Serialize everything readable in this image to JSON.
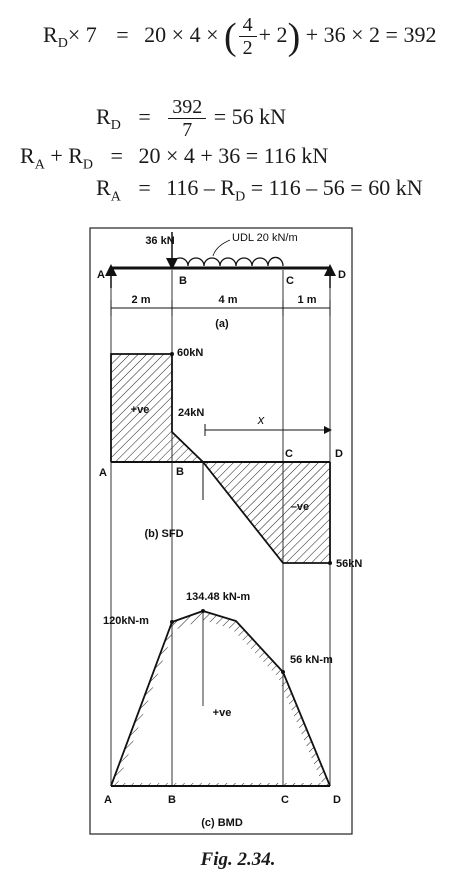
{
  "equations": {
    "eq1": {
      "lhs_r": "R",
      "lhs_sub": "D",
      "lhs_rest": " × 7",
      "eq_sign": "=",
      "part1": "20 × 4 ×",
      "frac_num": "4",
      "frac_den": "2",
      "part2": "+ 2",
      "part3": "+ 36 × 2 =",
      "result": "392"
    },
    "eq2": {
      "lhs_r": "R",
      "lhs_sub": "D",
      "eq_sign": "=",
      "frac_num": "392",
      "frac_den": "7",
      "rest": "= 56 kN"
    },
    "eq3": {
      "r1": "R",
      "s1": "A",
      "plus": " + ",
      "r2": "R",
      "s2": "D",
      "eq_sign": "=",
      "rest": "20 × 4 + 36 = 116 kN"
    },
    "eq4": {
      "r1": "R",
      "s1": "A",
      "eq_sign": "=",
      "rest1": "116 – R",
      "s2": "D",
      "rest2": " = 116 – 56 = 60 kN"
    }
  },
  "figure": {
    "load_label": "36 kN",
    "udl_label": "UDL 20 kN/m",
    "points": [
      "A",
      "B",
      "C",
      "D"
    ],
    "dims": [
      "2 m",
      "4 m",
      "1 m"
    ],
    "part_a": "(a)",
    "sfd": {
      "label_60": "60kN",
      "label_24": "24kN",
      "label_56": "56kN",
      "pos": "+ve",
      "neg": "–ve",
      "x_label": "x",
      "title": "(b) SFD"
    },
    "bmd": {
      "label_120": "120kN-m",
      "label_134": "134.48 kN-m",
      "label_56": "56 kN-m",
      "pos": "+ve",
      "title": "(c) BMD"
    }
  },
  "caption": "Fig. 2.34."
}
